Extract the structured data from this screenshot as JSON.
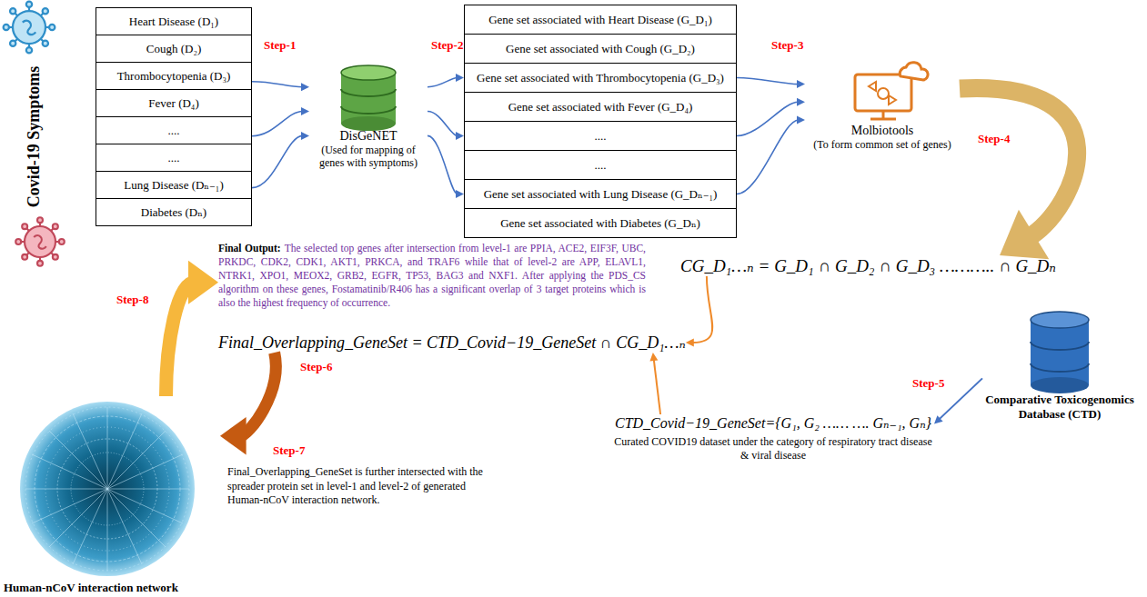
{
  "diagram": {
    "nodes": [
      {
        "text": [
          "Heart Disease (D₁)"
        ]
      },
      {
        "text": [
          "Cough (D₂)"
        ]
      },
      {
        "text": [
          "Thrombocytopenia (D₃)"
        ]
      },
      {
        "text": [
          "Fever (D₄)"
        ]
      },
      {
        "text": [
          "...."
        ]
      },
      {
        "text": [
          "...."
        ]
      },
      {
        "text": [
          "Lung Disease (Dₙ₋₁)"
        ]
      },
      {
        "text": [
          "Diabetes (Dₙ)"
        ]
      },
      {
        "text": [
          "DisGeNET",
          "(Used for mapping of genes with symptoms)"
        ]
      },
      {
        "text": [
          "Gene set associated with Heart Disease (G_D₁)"
        ]
      },
      {
        "text": [
          "Gene set associated with Cough (G_D₂)"
        ]
      },
      {
        "text": [
          "Gene set associated with Thrombocytopenia (G_D₃)"
        ]
      },
      {
        "text": [
          "Gene set associated with Fever (G_D₄)"
        ]
      },
      {
        "text": [
          "...."
        ]
      },
      {
        "text": [
          "...."
        ]
      },
      {
        "text": [
          "Gene set associated with Lung Disease (G_Dₙ₋₁)"
        ]
      },
      {
        "text": [
          "Gene set associated with Diabetes (G_Dₙ)"
        ]
      },
      {
        "text": [
          "Molbiotools",
          "(To form common set of genes)"
        ]
      },
      {
        "text": [
          "CG_D₁…ₙ = G_D₁ ∩ G_D₂ ∩ G_D₃ ……….. ∩ G_Dₙ"
        ]
      },
      {
        "text": [
          "Final Output:",
          "The selected top genes after intersection from level-1 are PPIA, ACE2, EIF3F, UBC, PRKDC, CDK2, CDK1, AKT1, PRKCA, and TRAF6 while that of level-2 are APP, ELAVL1, NTRK1, XPO1, MEOX2, GRB2, EGFR, TP53, BAG3 and NXF1. After applying the PDS_CS algorithm on these genes, Fostamatinib/R406 has a significant overlap of 3 target proteins which is also the highest frequency of occurrence."
        ]
      },
      {
        "text": [
          "Final_Overlapping_GeneSet = CTD_Covid−19_GeneSet ∩ CG_D₁…ₙ"
        ]
      },
      {
        "text": [
          "CTD_Covid−19_GeneSet={G₁, G₂ …… …. Gₙ₋₁, Gₙ}",
          "Curated COVID19 dataset under the category of respiratory tract disease & viral disease"
        ]
      },
      {
        "text": [
          "Comparative Toxicogenomics Database (CTD)"
        ]
      },
      {
        "text": [
          "Human-nCoV interaction network"
        ]
      }
    ],
    "edges": [
      {
        "from": 2,
        "to": 8,
        "arrow": "to"
      },
      {
        "from": 4,
        "to": 8,
        "arrow": "to"
      },
      {
        "from": 6,
        "to": 8,
        "arrow": "to"
      },
      {
        "from": 8,
        "to": 11,
        "arrow": "to"
      },
      {
        "from": 8,
        "to": 13,
        "arrow": "to"
      },
      {
        "from": 8,
        "to": 15,
        "arrow": "to"
      },
      {
        "from": 11,
        "to": 17,
        "arrow": "to"
      },
      {
        "from": 13,
        "to": 17,
        "arrow": "to"
      },
      {
        "from": 15,
        "to": 17,
        "arrow": "to"
      },
      {
        "from": 17,
        "to": 18,
        "arrow": "to"
      },
      {
        "from": 18,
        "to": 20,
        "arrow": "to"
      },
      {
        "from": 22,
        "to": 21,
        "arrow": "to"
      },
      {
        "from": 21,
        "to": 20,
        "arrow": "to"
      },
      {
        "from": 20,
        "to": 23,
        "arrow": "to"
      },
      {
        "from": 23,
        "to": 19,
        "arrow": "to"
      }
    ],
    "labels": [
      "Covid-19 Symptoms",
      "Step-1",
      "Step-2",
      "Step-3",
      "Step-4",
      "Step-5",
      "Step-6",
      "Step-7",
      "Step-8",
      "Final_Overlapping_GeneSet is further intersected with the spreader protein set in level-1 and level-2 of generated Human-nCoV interaction network."
    ]
  }
}
